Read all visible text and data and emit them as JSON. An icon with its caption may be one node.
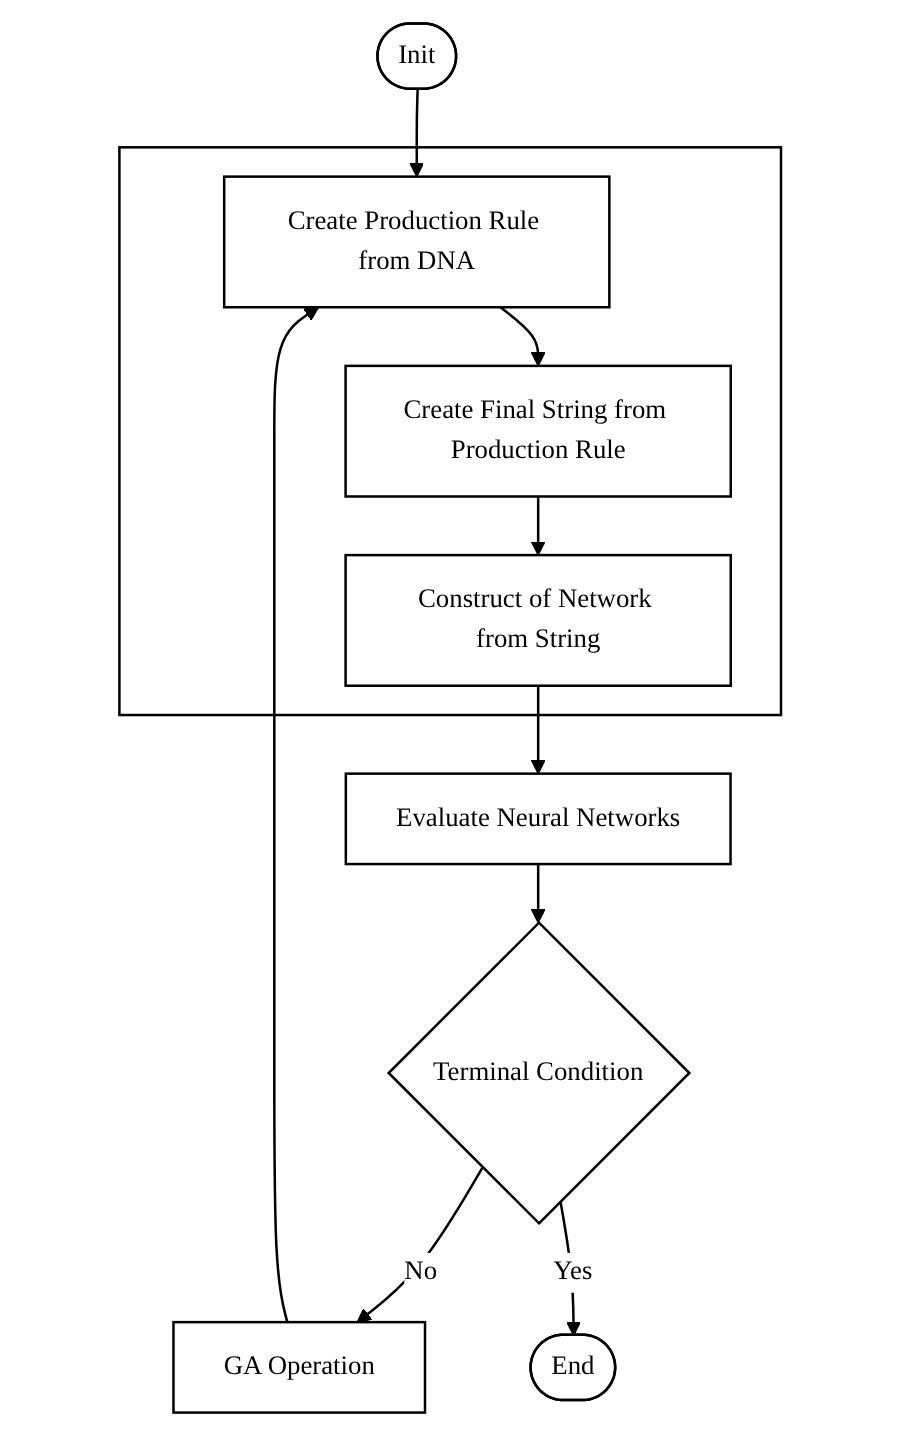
{
  "diagram": {
    "nodes": [
      {
        "text": [
          "Init"
        ]
      },
      {
        "text": [],
        "shape": "box"
      },
      {
        "text": [
          "Create Production Rule from DNA"
        ],
        "in": 1
      },
      {
        "text": [
          "Create Final String from Production Rule"
        ],
        "in": 1
      },
      {
        "text": [
          "Construct of Network from String"
        ],
        "in": 1
      },
      {
        "text": [
          "Evaluate Neural Networks"
        ]
      },
      {
        "text": [
          "Terminal Condition"
        ]
      },
      {
        "text": [
          "GA Operation"
        ]
      },
      {
        "text": [
          "End"
        ]
      }
    ],
    "edges": [
      {
        "from": 0,
        "to": 2,
        "arrow": "to"
      },
      {
        "from": 2,
        "to": 3,
        "arrow": "to"
      },
      {
        "from": 3,
        "to": 4,
        "arrow": "to"
      },
      {
        "from": 4,
        "to": 5,
        "arrow": "to"
      },
      {
        "from": 5,
        "to": 6,
        "arrow": "to"
      },
      {
        "from": 6,
        "to": 7,
        "label": "No",
        "arrow": "to"
      },
      {
        "from": 7,
        "to": 2,
        "arrow": "to"
      },
      {
        "from": 6,
        "to": 8,
        "label": "Yes",
        "arrow": "to"
      }
    ]
  }
}
